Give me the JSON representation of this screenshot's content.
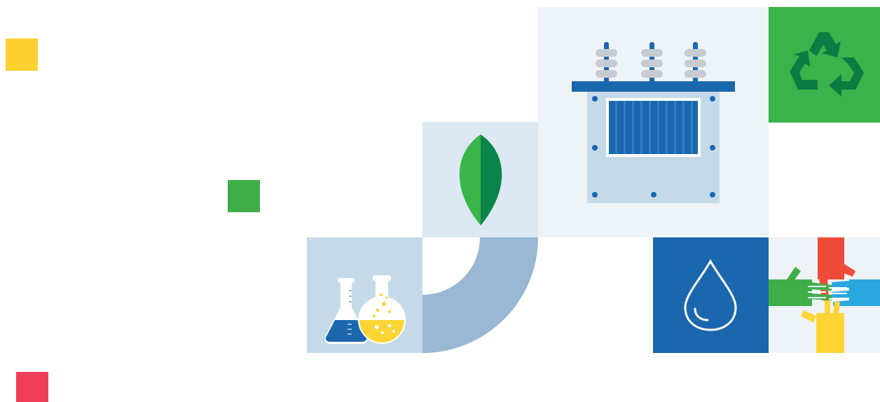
{
  "palette": {
    "yellow": "#ffd130",
    "green": "#3fae49",
    "red": "#ef3e5a",
    "panel_light": "#eef3f7",
    "panel_mid": "#dce9f2",
    "panel_blue": "#c5dae8",
    "steel_blue": "#9ab7d3",
    "deep_blue": "#1b67ae",
    "leaf_light": "#39b54a",
    "leaf_dark": "#0b8449",
    "recycle_bg": "#3ab34a",
    "recycle_arrow": "#0e7a44",
    "hand_red": "#ef4a37",
    "hand_green": "#3fae49",
    "hand_blue": "#29a7df",
    "hand_yellow": "#fcd535"
  },
  "icons": [
    "yellow-square-accent",
    "green-square-accent",
    "red-square-accent",
    "transformer-icon",
    "recycle-icon",
    "leaf-icon",
    "curved-pipe-icon",
    "lab-flasks-icon",
    "water-drop-icon",
    "joined-hands-icon"
  ]
}
